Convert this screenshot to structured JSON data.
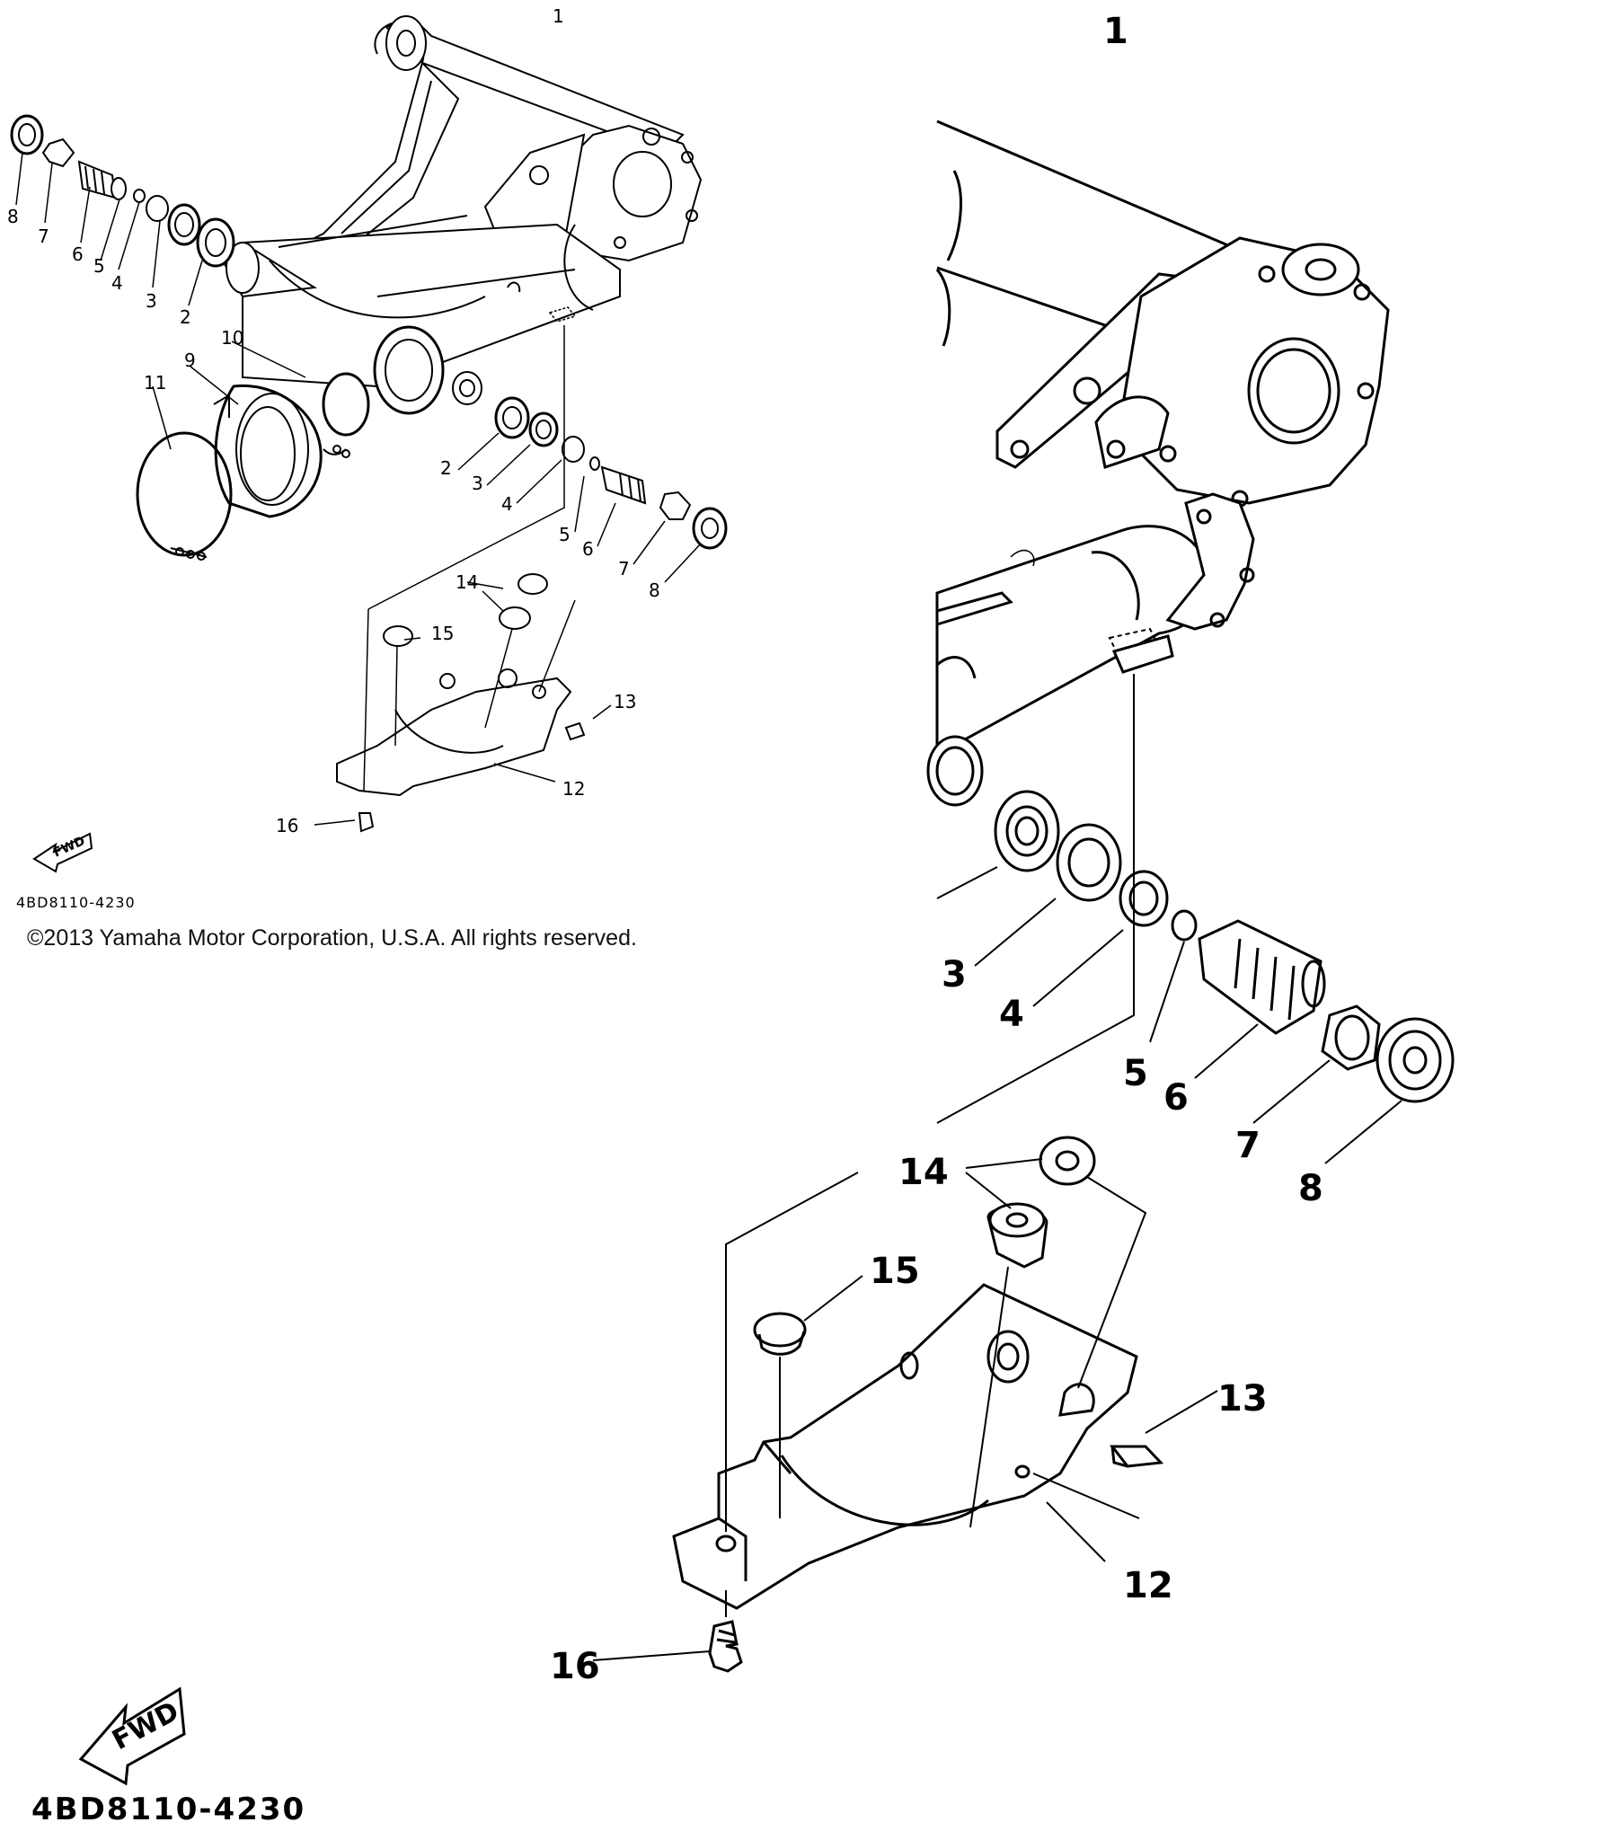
{
  "left_diagram": {
    "part_labels": [
      "1",
      "2",
      "3",
      "4",
      "5",
      "6",
      "7",
      "8",
      "9",
      "10",
      "11",
      "12",
      "13",
      "14",
      "15",
      "16",
      "2",
      "3",
      "4",
      "5",
      "6",
      "7",
      "8"
    ],
    "fwd_label": "FWD",
    "diagram_code": "4BD8110-4230"
  },
  "copyright": "©2013 Yamaha Motor Corporation, U.S.A. All rights reserved.",
  "right_diagram": {
    "part_labels": [
      "1",
      "3",
      "4",
      "5",
      "6",
      "7",
      "8",
      "14",
      "15",
      "13",
      "12",
      "16"
    ],
    "fwd_label": "FWD",
    "diagram_code": "4BD8110-4230"
  }
}
